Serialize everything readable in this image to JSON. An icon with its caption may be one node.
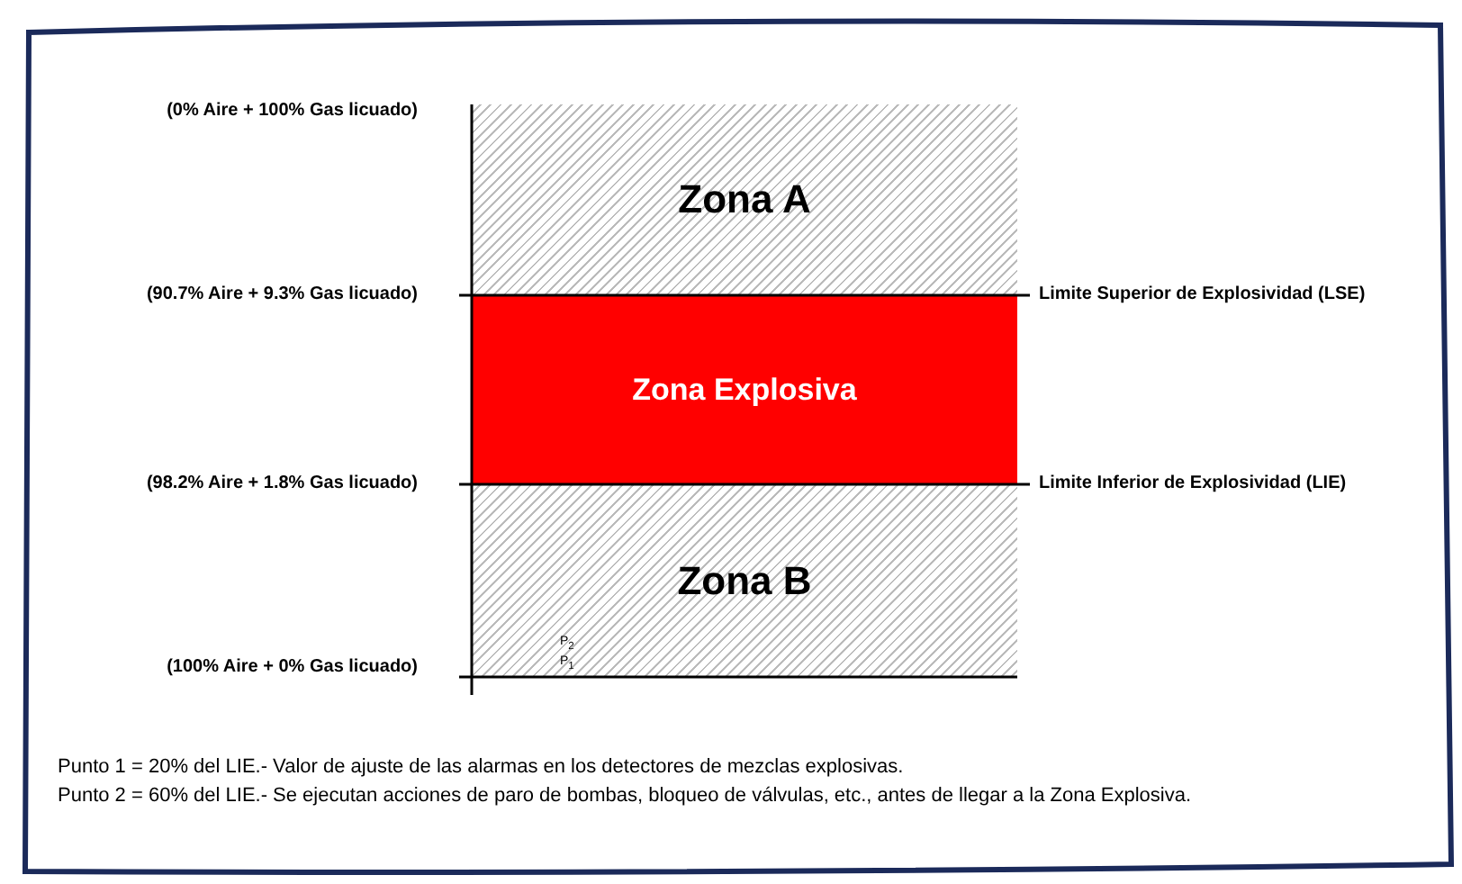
{
  "diagram": {
    "nodes": [
      {
        "text": [
          "Zona A"
        ]
      },
      {
        "text": [
          "Zona Explosiva"
        ]
      },
      {
        "text": [
          "Zona B"
        ]
      }
    ],
    "edges": [],
    "labels": [
      "(0% Aire + 100% Gas licuado)",
      "(90.7% Aire + 9.3% Gas licuado)",
      "Limite Superior de Explosividad (LSE)",
      "(98.2% Aire + 1.8% Gas licuado)",
      "Limite Inferior de Explosividad (LIE)",
      "P$_{2}$",
      "(100% Aire + 0% Gas licuado)",
      "P$_{1}$",
      "Punto 1 = 20% del LIE.- Valor de ajuste de las alarmas en los detectores de mezclas explosivas.",
      "Punto 2 = 60% del LIE.- Se ejecutan acciones de paro de bombas, bloqueo de válvulas, etc., antes de llegar a la Zona Explosiva."
    ]
  }
}
